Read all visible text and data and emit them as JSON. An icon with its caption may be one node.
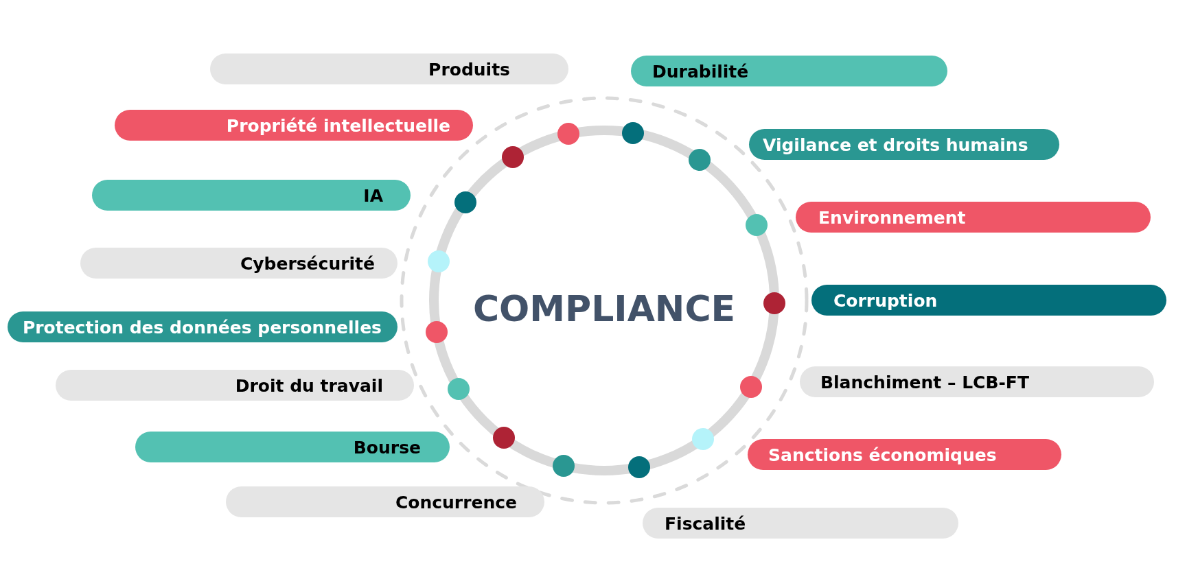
{
  "diagram": {
    "nodes": [
      {
        "text": [
          "COMPLIANCE"
        ]
      },
      {
        "text": [
          "Produits"
        ]
      },
      {
        "text": [
          "Propriété intellectuelle"
        ]
      },
      {
        "text": [
          "IA"
        ]
      },
      {
        "text": [
          "Cybersécurité"
        ]
      },
      {
        "text": [
          "Protection des données personnelles"
        ]
      },
      {
        "text": [
          "Droit du travail"
        ]
      },
      {
        "text": [
          "Bourse"
        ]
      },
      {
        "text": [
          "Concurrence"
        ]
      },
      {
        "text": [
          "Durabilité"
        ]
      },
      {
        "text": [
          "Vigilance et droits humains"
        ]
      },
      {
        "text": [
          "Environnement"
        ]
      },
      {
        "text": [
          "Corruption"
        ]
      },
      {
        "text": [
          "Blanchiment – LCB-FT"
        ]
      },
      {
        "text": [
          "Sanctions économiques"
        ]
      },
      {
        "text": [
          "Fiscalité"
        ]
      }
    ]
  }
}
